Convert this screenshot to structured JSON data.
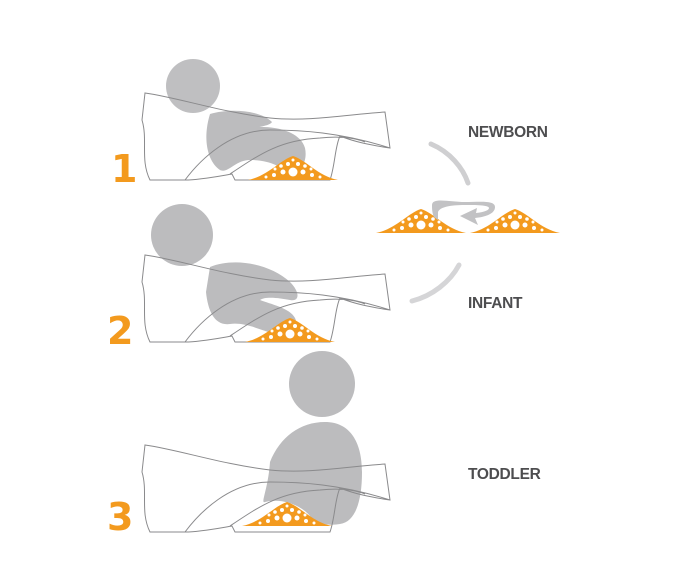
{
  "stages": [
    {
      "number": "1",
      "label": "NEWBORN"
    },
    {
      "number": "2",
      "label": "INFANT"
    },
    {
      "number": "3",
      "label": "TODDLER"
    }
  ],
  "colors": {
    "accent": "#f39a1e",
    "figure": "#bcbcbe",
    "outline": "#8a8a8c",
    "label": "#4d4d4f"
  }
}
